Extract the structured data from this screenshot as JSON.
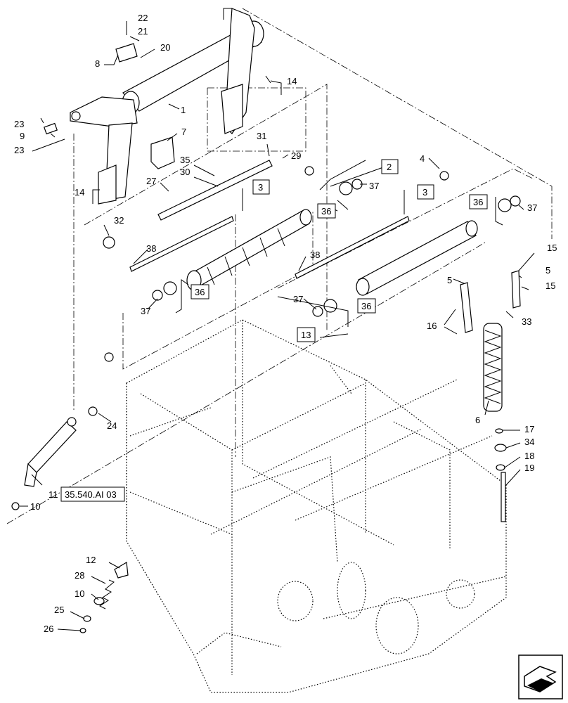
{
  "callouts": {
    "c1": "1",
    "c4": "4",
    "c5a": "5",
    "c5b": "5",
    "c6": "6",
    "c7": "7",
    "c8": "8",
    "c9": "9",
    "c10a": "10",
    "c10b": "10",
    "c11": "11",
    "c12": "12",
    "c13": "13",
    "c14a": "14",
    "c14b": "14",
    "c15a": "15",
    "c15b": "15",
    "c16": "16",
    "c17": "17",
    "c18": "18",
    "c19": "19",
    "c20": "20",
    "c21": "21",
    "c22": "22",
    "c23a": "23",
    "c23b": "23",
    "c24": "24",
    "c25": "25",
    "c26": "26",
    "c27": "27",
    "c28": "28",
    "c29": "29",
    "c30": "30",
    "c31": "31",
    "c32": "32",
    "c33": "33",
    "c34": "34",
    "c35": "35",
    "c37a": "37",
    "c37b": "37",
    "c37c": "37",
    "c37d": "37",
    "c38a": "38",
    "c38b": "38"
  },
  "boxed_callouts": {
    "b2": "2",
    "b3a": "3",
    "b3b": "3",
    "b36a": "36",
    "b36b": "36",
    "b36c": "36",
    "b36d": "36",
    "b13": "13"
  },
  "reference": {
    "label": "35.540.AI 03"
  }
}
